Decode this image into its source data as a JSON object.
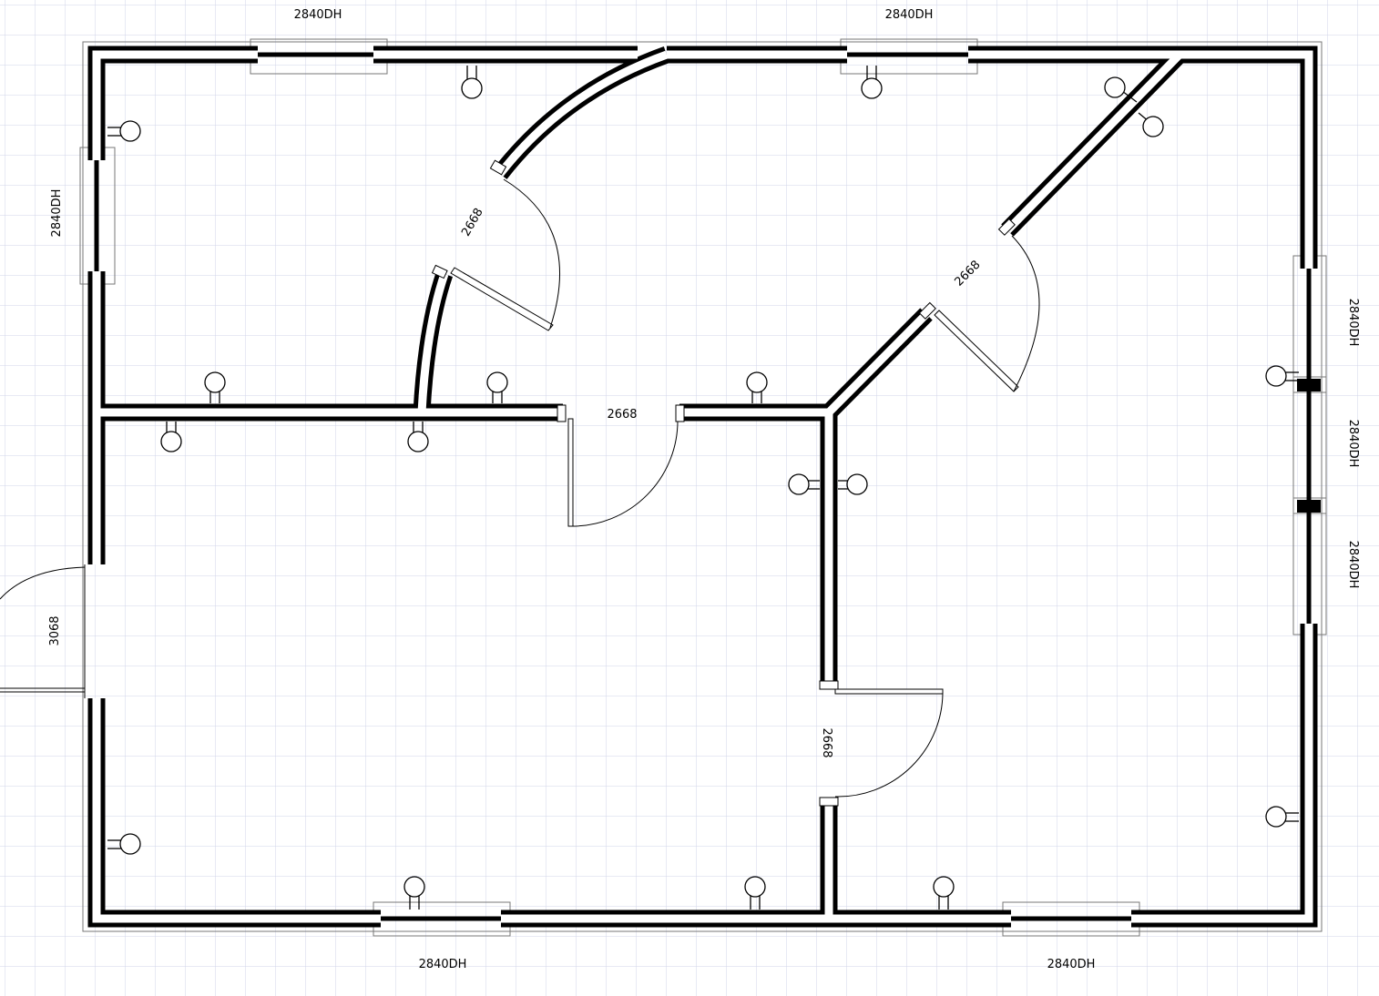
{
  "plan": {
    "colors": {
      "grid": "#d0d4ea",
      "wall": "#000000",
      "background": "#ffffff"
    },
    "windows": [
      {
        "id": "top-left",
        "label": "2840DH"
      },
      {
        "id": "top-right",
        "label": "2840DH"
      },
      {
        "id": "left",
        "label": "2840DH"
      },
      {
        "id": "right-1",
        "label": "2840DH"
      },
      {
        "id": "right-2",
        "label": "2840DH"
      },
      {
        "id": "right-3",
        "label": "2840DH"
      },
      {
        "id": "bottom-left",
        "label": "2840DH"
      },
      {
        "id": "bottom-right",
        "label": "2840DH"
      }
    ],
    "doors": [
      {
        "id": "entry",
        "label": "3068"
      },
      {
        "id": "curved-wall",
        "label": "2668"
      },
      {
        "id": "diagonal-wall",
        "label": "2668"
      },
      {
        "id": "hall",
        "label": "2668"
      },
      {
        "id": "lower-partition",
        "label": "2668"
      }
    ],
    "outlet_symbol": "outlet-icon"
  }
}
